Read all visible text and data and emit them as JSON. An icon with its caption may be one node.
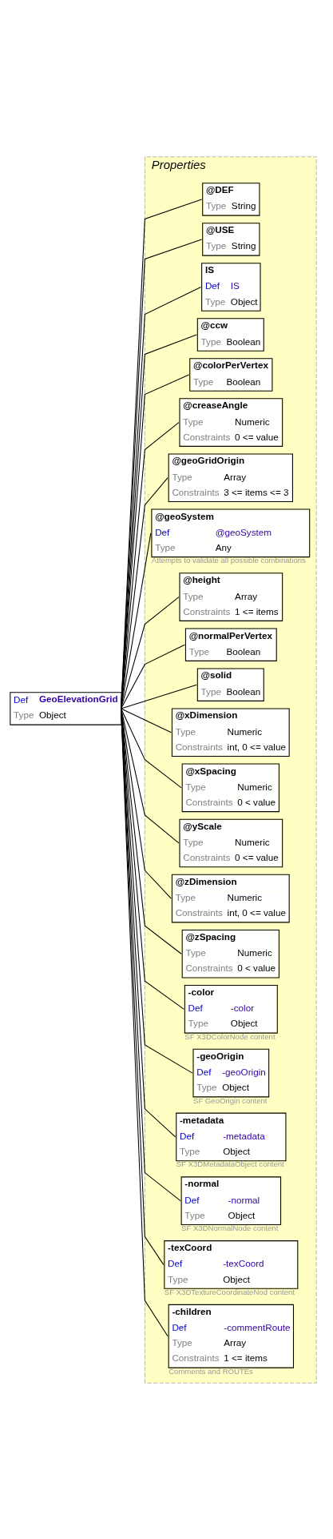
{
  "diagram": {
    "nodes": [
      {
        "text": [
          "Def",
          "GeoElevationGrid",
          "Type",
          "Object"
        ]
      },
      {
        "text": [
          "Properties"
        ]
      },
      {
        "text": [
          "@DEF",
          "Type",
          "String"
        ],
        "in": 1
      },
      {
        "text": [
          "@USE",
          "Type",
          "String"
        ],
        "in": 1
      },
      {
        "text": [
          "IS",
          "Def",
          "IS",
          "Type",
          "Object"
        ],
        "in": 1
      },
      {
        "text": [
          "@ccw",
          "Type",
          "Boolean"
        ],
        "in": 1
      },
      {
        "text": [
          "@colorPerVertex",
          "Type",
          "Boolean"
        ],
        "in": 1
      },
      {
        "text": [
          "@creaseAngle",
          "Type",
          "Numeric",
          "Constraints",
          "0 <= value"
        ],
        "in": 1
      },
      {
        "text": [
          "@geoGridOrigin",
          "Type",
          "Array",
          "Constraints",
          "3 <= items <= 3"
        ],
        "in": 1
      },
      {
        "text": [
          "@geoSystem",
          "Def",
          "@geoSystem",
          "Type",
          "Any"
        ],
        "beside": [
          "Attempts to validate all possible combinations"
        ],
        "in": 1
      },
      {
        "text": [
          "@height",
          "Type",
          "Array",
          "Constraints",
          "1 <= items"
        ],
        "in": 1
      },
      {
        "text": [
          "@normalPerVertex",
          "Type",
          "Boolean"
        ],
        "in": 1
      },
      {
        "text": [
          "@solid",
          "Type",
          "Boolean"
        ],
        "in": 1
      },
      {
        "text": [
          "@xDimension",
          "Type",
          "Numeric",
          "Constraints",
          "int, 0 <= value"
        ],
        "in": 1
      },
      {
        "text": [
          "@xSpacing",
          "Type",
          "Numeric",
          "Constraints",
          "0 < value"
        ],
        "in": 1
      },
      {
        "text": [
          "@yScale",
          "Type",
          "Numeric",
          "Constraints",
          "0 <= value"
        ],
        "in": 1
      },
      {
        "text": [
          "@zDimension",
          "Type",
          "Numeric",
          "Constraints",
          "int, 0 <= value"
        ],
        "in": 1
      },
      {
        "text": [
          "@zSpacing",
          "Type",
          "Numeric",
          "Constraints",
          "0 < value"
        ],
        "in": 1
      },
      {
        "text": [
          "-color",
          "Def",
          "-color",
          "Type",
          "Object"
        ],
        "beside": [
          "SF X3DColorNode content"
        ],
        "in": 1
      },
      {
        "text": [
          "-geoOrigin",
          "Def",
          "-geoOrigin",
          "Type",
          "Object"
        ],
        "beside": [
          "SF GeoOrigin content"
        ],
        "in": 1
      },
      {
        "text": [
          "-metadata",
          "Def",
          "-metadata",
          "Type",
          "Object"
        ],
        "beside": [
          "SF X3DMetadataObject content"
        ],
        "in": 1
      },
      {
        "text": [
          "-normal",
          "Def",
          "-normal",
          "Type",
          "Object"
        ],
        "beside": [
          "SF X3DNormalNode content"
        ],
        "in": 1
      },
      {
        "text": [
          "-texCoord",
          "Def",
          "-texCoord",
          "Type",
          "Object"
        ],
        "beside": [
          "SF X3DTextureCoordinateNod content"
        ],
        "in": 1
      },
      {
        "text": [
          "-children",
          "Def",
          "-commentRoute",
          "Type",
          "Array",
          "Constraints",
          "1 <= items"
        ],
        "beside": [
          "Comments and ROUTEs"
        ],
        "in": 1
      }
    ],
    "edges": [
      {
        "from": 0,
        "to": 2,
        "arrow": "none"
      },
      {
        "from": 0,
        "to": 3,
        "arrow": "none"
      },
      {
        "from": 0,
        "to": 4,
        "arrow": "none"
      },
      {
        "from": 0,
        "to": 5,
        "arrow": "none"
      },
      {
        "from": 0,
        "to": 6,
        "arrow": "none"
      },
      {
        "from": 0,
        "to": 7,
        "arrow": "none"
      },
      {
        "from": 0,
        "to": 8,
        "arrow": "none"
      },
      {
        "from": 0,
        "to": 9,
        "arrow": "none"
      },
      {
        "from": 0,
        "to": 10,
        "arrow": "none"
      },
      {
        "from": 0,
        "to": 11,
        "arrow": "none"
      },
      {
        "from": 0,
        "to": 12,
        "arrow": "none"
      },
      {
        "from": 0,
        "to": 13,
        "arrow": "none"
      },
      {
        "from": 0,
        "to": 14,
        "arrow": "none"
      },
      {
        "from": 0,
        "to": 15,
        "arrow": "none"
      },
      {
        "from": 0,
        "to": 16,
        "arrow": "none"
      },
      {
        "from": 0,
        "to": 17,
        "arrow": "none"
      },
      {
        "from": 0,
        "to": 18,
        "arrow": "none"
      },
      {
        "from": 0,
        "to": 19,
        "arrow": "none"
      },
      {
        "from": 0,
        "to": 20,
        "arrow": "none"
      },
      {
        "from": 0,
        "to": 21,
        "arrow": "none"
      },
      {
        "from": 0,
        "to": 22,
        "arrow": "none"
      },
      {
        "from": 0,
        "to": 23,
        "arrow": "none"
      }
    ]
  }
}
